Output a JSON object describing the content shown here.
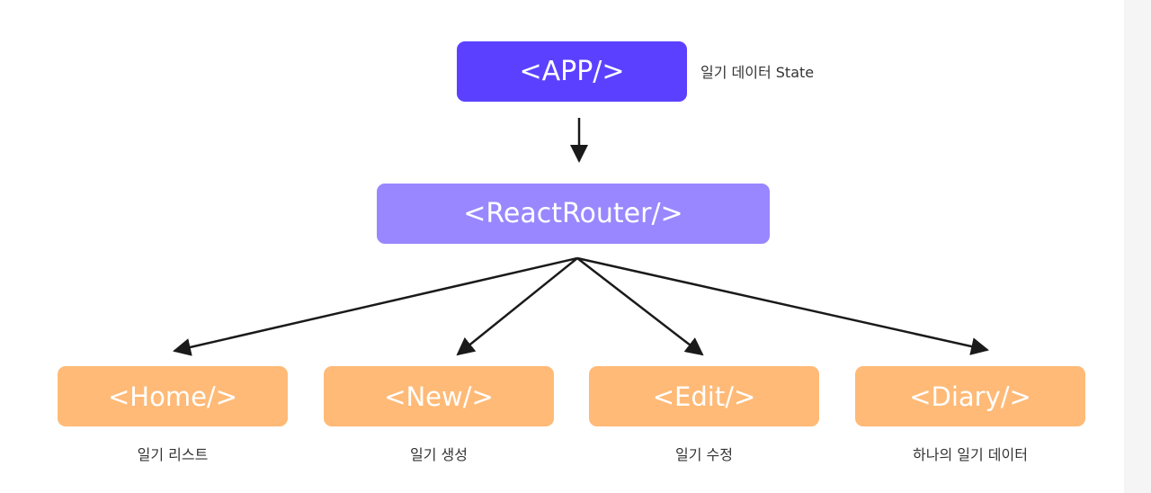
{
  "nodes": {
    "app": {
      "label": "<APP/>",
      "caption": "일기 데이터 State",
      "color": "#5b41ff"
    },
    "router": {
      "label": "<ReactRouter/>",
      "color": "#9987ff"
    },
    "pages": [
      {
        "label": "<Home/>",
        "caption": "일기 리스트"
      },
      {
        "label": "<New/>",
        "caption": "일기 생성"
      },
      {
        "label": "<Edit/>",
        "caption": "일기 수정"
      },
      {
        "label": "<Diary/>",
        "caption": "하나의 일기 데이터"
      }
    ],
    "page_color": "#ffba77"
  },
  "edges": [
    {
      "from": "app",
      "to": "router"
    },
    {
      "from": "router",
      "to": "pages.0"
    },
    {
      "from": "router",
      "to": "pages.1"
    },
    {
      "from": "router",
      "to": "pages.2"
    },
    {
      "from": "router",
      "to": "pages.3"
    }
  ]
}
